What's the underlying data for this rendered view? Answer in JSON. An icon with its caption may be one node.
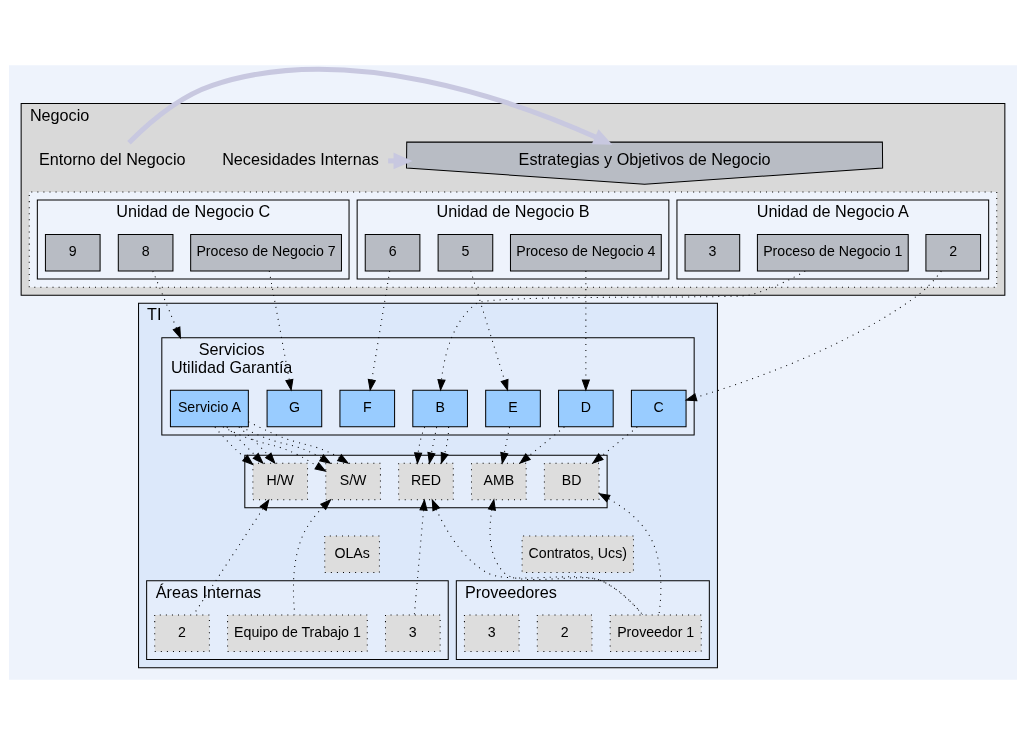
{
  "diagram": {
    "nodes": [
      {
        "text": [
          "Negocio"
        ]
      },
      {
        "text": [
          "Estrategias y Objetivos de Negocio"
        ],
        "in": 0
      },
      {
        "text": [
          "Entorno del Negocio"
        ],
        "in": 0
      },
      {
        "text": [
          "Necesidades Internas"
        ],
        "in": 0
      },
      {
        "text": [],
        "shape": "box",
        "in": 0
      },
      {
        "text": [
          "Unidad de Negocio A"
        ],
        "in": 4
      },
      {
        "text": [
          "Proceso de Negocio 1"
        ],
        "in": 5
      },
      {
        "text": [
          "2"
        ],
        "in": 5
      },
      {
        "text": [
          "3"
        ],
        "in": 5
      },
      {
        "text": [
          "Unidad de Negocio B"
        ],
        "in": 4
      },
      {
        "text": [
          "Proceso de Negocio 4"
        ],
        "in": 9
      },
      {
        "text": [
          "5"
        ],
        "in": 9
      },
      {
        "text": [
          "6"
        ],
        "in": 9
      },
      {
        "text": [
          "Unidad de Negocio C"
        ],
        "in": 4
      },
      {
        "text": [
          "Proceso de Negocio 7"
        ],
        "in": 13
      },
      {
        "text": [
          "8"
        ],
        "in": 13
      },
      {
        "text": [
          "9"
        ],
        "in": 13
      },
      {
        "text": [
          "TI"
        ]
      },
      {
        "text": [
          "Servicios",
          "Utilidad Garantía"
        ],
        "in": 17
      },
      {
        "text": [
          "Servicio A"
        ],
        "in": 18
      },
      {
        "text": [
          "B"
        ],
        "in": 18
      },
      {
        "text": [
          "C"
        ],
        "in": 18
      },
      {
        "text": [
          "D"
        ],
        "in": 18
      },
      {
        "text": [
          "E"
        ],
        "in": 18
      },
      {
        "text": [
          "F"
        ],
        "in": 18
      },
      {
        "text": [
          "G"
        ],
        "in": 18
      },
      {
        "text": [],
        "shape": "box",
        "in": 17
      },
      {
        "text": [
          "S/W"
        ],
        "in": 26
      },
      {
        "text": [
          "H/W"
        ],
        "in": 26
      },
      {
        "text": [
          "RED"
        ],
        "in": 26
      },
      {
        "text": [
          "BD"
        ],
        "in": 26
      },
      {
        "text": [
          "AMB"
        ],
        "in": 26
      },
      {
        "text": [
          "OLAs"
        ],
        "in": 17
      },
      {
        "text": [
          "Áreas Internas"
        ],
        "in": 17
      },
      {
        "text": [
          "Equipo de Trabajo 1"
        ],
        "in": 33
      },
      {
        "text": [
          "2"
        ],
        "in": 33
      },
      {
        "text": [
          "3"
        ],
        "in": 33
      },
      {
        "text": [
          "Contratos, Ucs)"
        ],
        "in": 17
      },
      {
        "text": [
          "Proveedores"
        ],
        "in": 17
      },
      {
        "text": [
          "Proveedor 1"
        ],
        "in": 38
      },
      {
        "text": [
          "2"
        ],
        "in": 38
      },
      {
        "text": [
          "3"
        ],
        "in": 38
      }
    ],
    "edges": [
      {
        "from": 2,
        "to": 1,
        "arrow": "to",
        "style": "thick",
        "color": "#c8c8e0"
      },
      {
        "from": 3,
        "to": 1,
        "arrow": "to",
        "style": "thick",
        "color": "#c8c8e0"
      },
      {
        "from": 6,
        "to": 20,
        "arrow": "to",
        "style": "dashed"
      },
      {
        "from": 7,
        "to": 21,
        "arrow": "to",
        "style": "dashed"
      },
      {
        "from": 10,
        "to": 22,
        "arrow": "to",
        "style": "dashed"
      },
      {
        "from": 11,
        "to": 23,
        "arrow": "to",
        "style": "dashed"
      },
      {
        "from": 12,
        "to": 24,
        "arrow": "to",
        "style": "dashed"
      },
      {
        "from": 14,
        "to": 25,
        "arrow": "to",
        "style": "dashed"
      },
      {
        "from": 15,
        "to": 18,
        "arrow": "to",
        "style": "dashed"
      },
      {
        "from": 19,
        "to": 27,
        "arrow": "to",
        "style": "dashed"
      },
      {
        "from": 19,
        "to": 27,
        "arrow": "to",
        "style": "dashed"
      },
      {
        "from": 19,
        "to": 27,
        "arrow": "to",
        "style": "dashed"
      },
      {
        "from": 19,
        "to": 28,
        "arrow": "to",
        "style": "dashed"
      },
      {
        "from": 19,
        "to": 28,
        "arrow": "to",
        "style": "dashed"
      },
      {
        "from": 19,
        "to": 28,
        "arrow": "to",
        "style": "dashed"
      },
      {
        "from": 20,
        "to": 29,
        "arrow": "to",
        "style": "dashed"
      },
      {
        "from": 20,
        "to": 29,
        "arrow": "to",
        "style": "dashed"
      },
      {
        "from": 20,
        "to": 29,
        "arrow": "to",
        "style": "dashed"
      },
      {
        "from": 21,
        "to": 30,
        "arrow": "to",
        "style": "dashed"
      },
      {
        "from": 22,
        "to": 31,
        "arrow": "to",
        "style": "dashed"
      },
      {
        "from": 23,
        "to": 31,
        "arrow": "to",
        "style": "dashed"
      },
      {
        "from": 34,
        "to": 27,
        "arrow": "to",
        "style": "dashed"
      },
      {
        "from": 35,
        "to": 28,
        "arrow": "to",
        "style": "dashed"
      },
      {
        "from": 36,
        "to": 29,
        "arrow": "to",
        "style": "dashed"
      },
      {
        "from": 39,
        "to": 29,
        "arrow": "to",
        "style": "dashed"
      },
      {
        "from": 39,
        "to": 30,
        "arrow": "to",
        "style": "dashed"
      },
      {
        "from": 39,
        "to": 31,
        "arrow": "to",
        "style": "dashed"
      }
    ]
  }
}
